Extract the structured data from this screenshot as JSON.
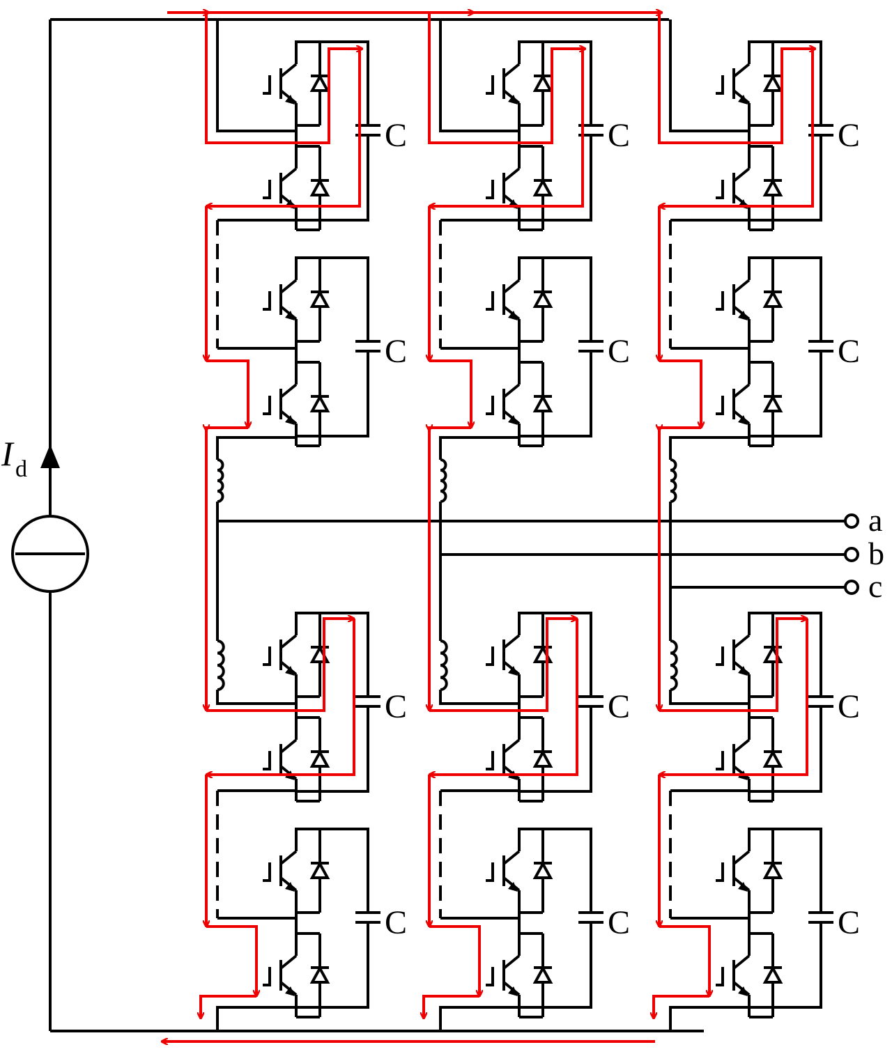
{
  "source": {
    "label": "I",
    "subscript": "d",
    "symbol": "current-source"
  },
  "capacitor_label": "C",
  "terminals": [
    "a",
    "b",
    "c"
  ],
  "phase_legs": 3,
  "submodules_per_arm": 2,
  "arms_per_leg": 2,
  "colors": {
    "circuit": "#000000",
    "current_path": "#ee0000",
    "background": "#ffffff"
  }
}
